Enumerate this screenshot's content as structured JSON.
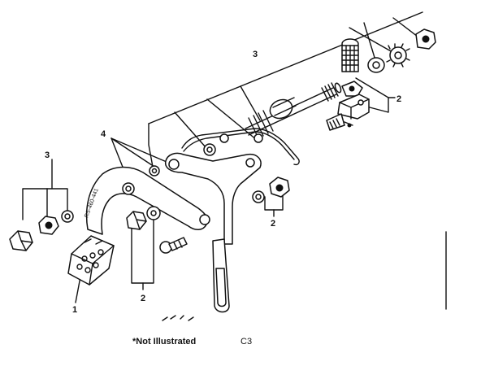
{
  "callouts": {
    "screw_assembly": "3",
    "left_hardware": "3",
    "bracket_assembly": "4",
    "clamp_screw": "2",
    "right_nut": "2",
    "lower_nut": "2",
    "foot": "1"
  },
  "footer": {
    "note": "*Not Illustrated",
    "code": "C3"
  }
}
